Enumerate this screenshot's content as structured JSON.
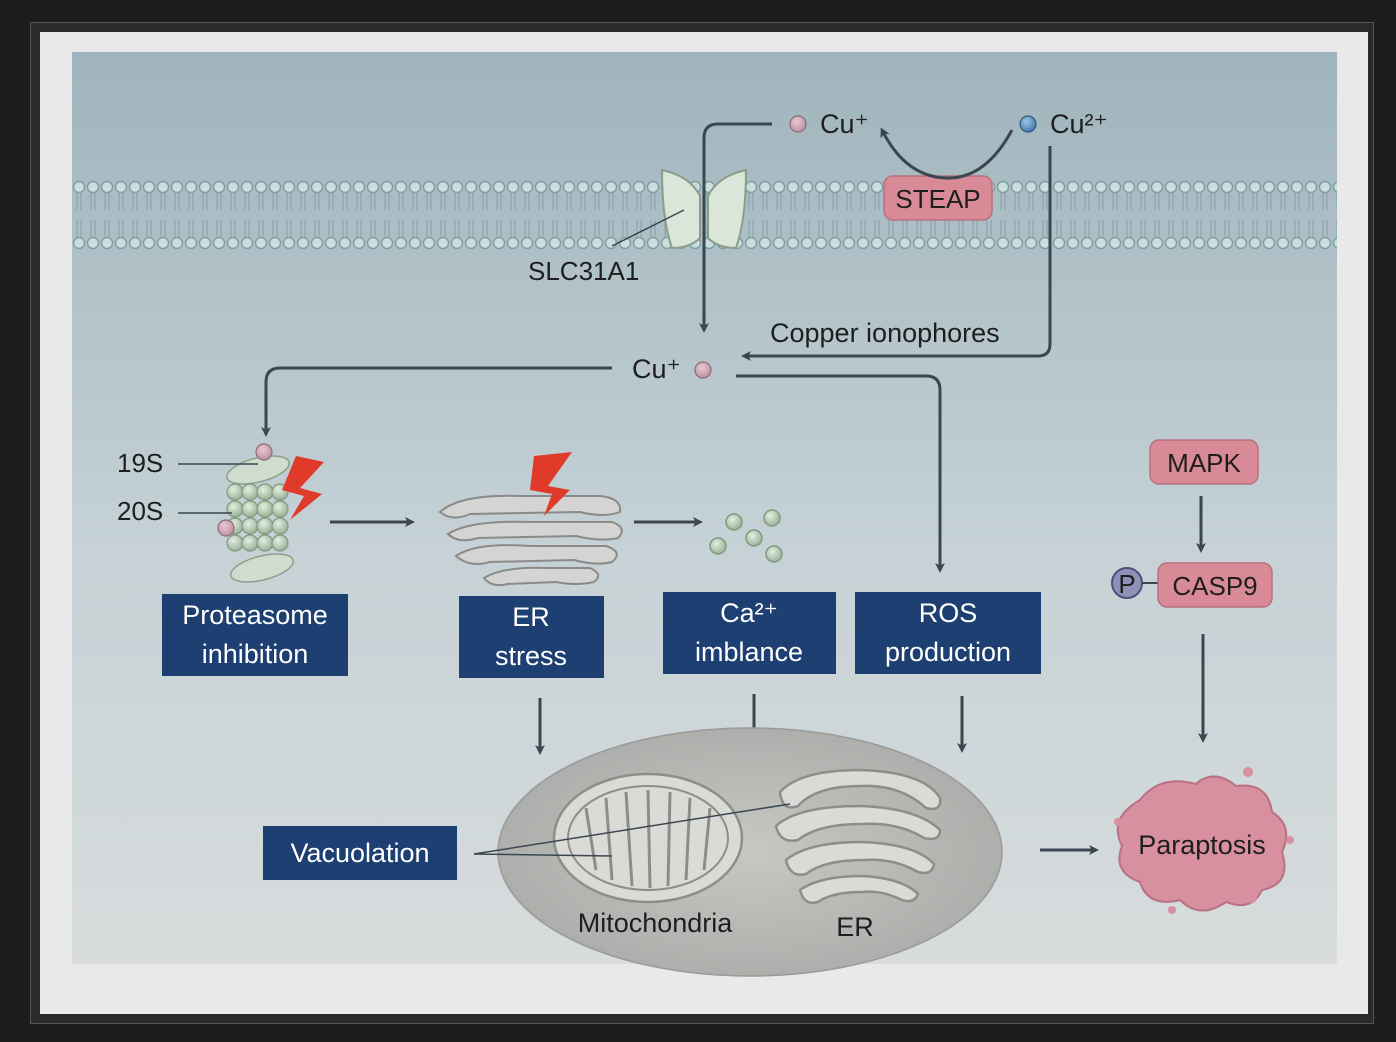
{
  "ions": {
    "cu_plus_outside": "Cu⁺",
    "cu_2plus_outside": "Cu²⁺",
    "cu_plus_inside": "Cu⁺"
  },
  "proteins": {
    "steap": "STEAP",
    "slc31a1": "SLC31A1",
    "mapk": "MAPK",
    "casp9": "CASP9",
    "phospho": "P"
  },
  "labels": {
    "copper_ionophores": "Copper ionophores",
    "proteasome_19s": "19S",
    "proteasome_20s": "20S",
    "mitochondria": "Mitochondria",
    "er": "ER",
    "paraptosis": "Paraptosis"
  },
  "boxes": {
    "proteasome_line1": "Proteasome",
    "proteasome_line2": "inhibition",
    "er_stress_line1": "ER",
    "er_stress_line2": "stress",
    "ca_line1": "Ca²⁺",
    "ca_line2": "imblance",
    "ros_line1": "ROS",
    "ros_line2": "production",
    "vacuolation": "Vacuolation"
  },
  "colors": {
    "box_fill": "#1d3f72",
    "pink_protein": "#d98a97",
    "arrow": "#3a4750"
  }
}
